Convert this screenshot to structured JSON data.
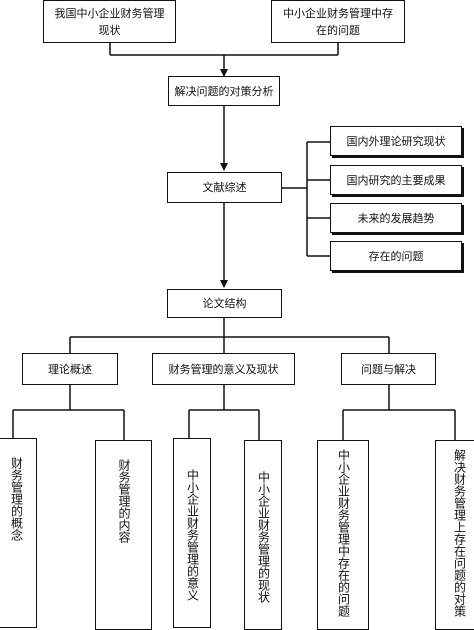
{
  "top_left": "我国中小企业财务管理现状",
  "top_right": "中小企业财务管理中存在的问题",
  "analysis": "解决问题的对策分析",
  "literature": "文献综述",
  "literature_items": [
    "国内外理论研究现状",
    "国内研究的主要成果",
    "未来的发展趋势",
    "存在的问题"
  ],
  "structure": "论文结构",
  "sections": [
    "理论概述",
    "财务管理的意义及现状",
    "问题与解决"
  ],
  "leaves": [
    "财务管理的概念",
    "财务管理的内容",
    "中小企业财务管理的意义",
    "中小企业财务管理的现状",
    "中小企业财务管理中存在的问题",
    "解决财务管理上存在问题的对策"
  ]
}
